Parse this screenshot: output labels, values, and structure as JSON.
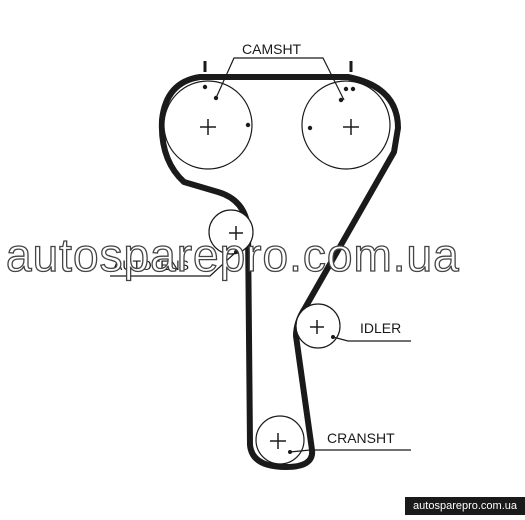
{
  "labels": {
    "camshaft": "CAMSHT",
    "autotens": "AUTOTENS",
    "idler": "IDLER",
    "crankshaft": "CRANSHT"
  },
  "watermark": "autosparepro.com.ua",
  "footer_watermark": "autosparepro.com.ua",
  "colors": {
    "stroke": "#1a1a1a",
    "background": "#ffffff"
  }
}
